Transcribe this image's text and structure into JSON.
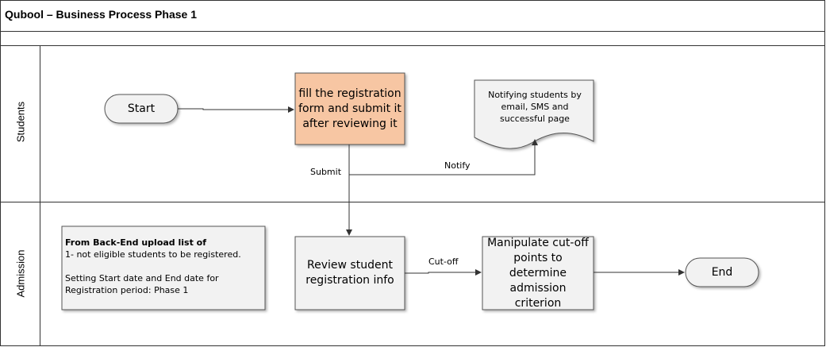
{
  "title": "Qubool  – Business Process Phase 1",
  "lanes": [
    {
      "label": "Students"
    },
    {
      "label": "Admission"
    }
  ],
  "nodes": {
    "start": "Start",
    "fill_form": "fill the registration form and submit it after reviewing it",
    "notify_doc": "Notifying students by email, SMS and successful page",
    "review": "Review student registration info",
    "manipulate": "Manipulate cut-off points to determine admission criterion",
    "end": "End"
  },
  "note": {
    "heading": "From Back-End upload list of",
    "line1": "1- not eligible students to be registered.",
    "line2": "Setting Start date and End date for",
    "line3": "Registration period: Phase 1"
  },
  "edges": {
    "submit": "Submit",
    "notify": "Notify",
    "cutoff": "Cut-off"
  },
  "colors": {
    "fill_form_bg": "#F7C6A3",
    "shape_bg": "#F2F2F2",
    "border": "#555555"
  }
}
